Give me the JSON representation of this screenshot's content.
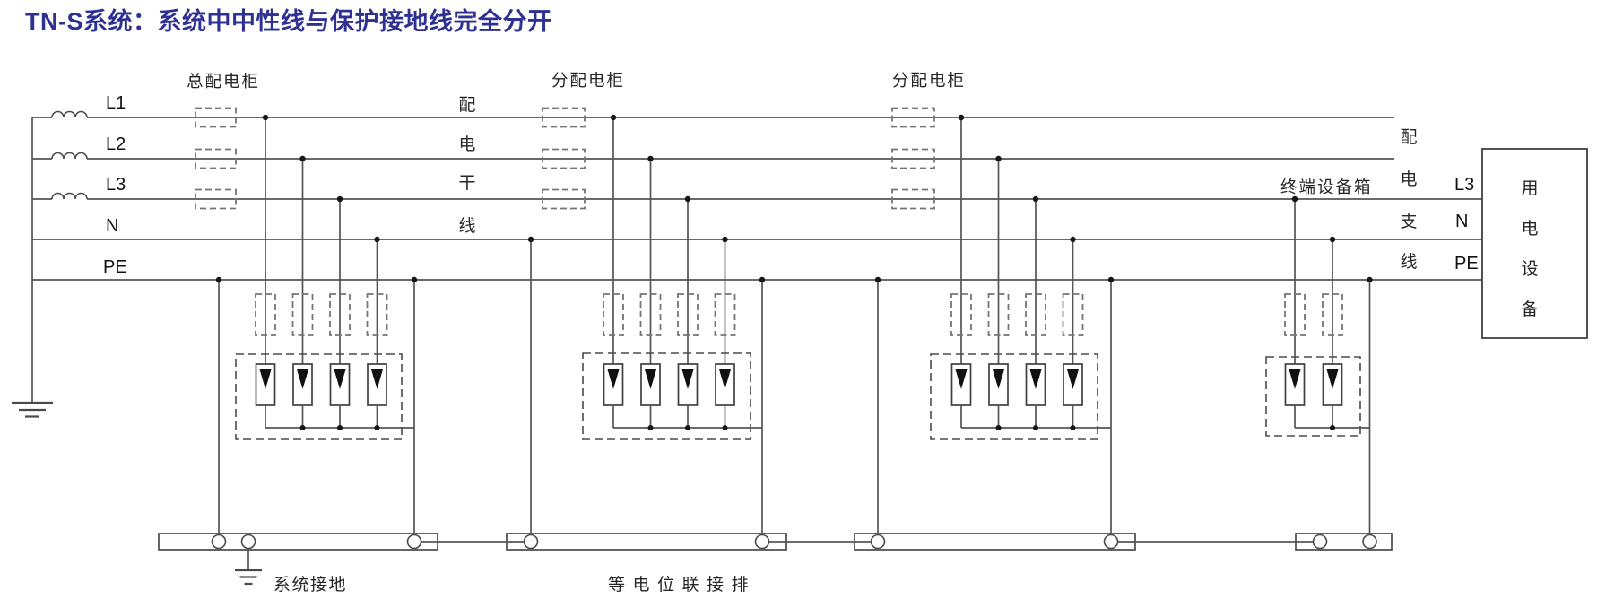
{
  "title": "TN-S系统：系统中中性线与保护接地线完全分开",
  "colors": {
    "title": "#2e3192",
    "line": "#555555",
    "text": "#262626"
  },
  "bus": {
    "l1": "L1",
    "l2": "L2",
    "l3": "L3",
    "n": "N",
    "pe": "PE"
  },
  "cabinets": {
    "main": "总配电柜",
    "sub1": "分配电柜",
    "sub2": "分配电柜",
    "terminal": "终端设备箱"
  },
  "feeder_main": [
    "配",
    "电",
    "干",
    "线"
  ],
  "feeder_branch": [
    "配",
    "电",
    "支",
    "线"
  ],
  "branch": {
    "l3": "L3",
    "n": "N",
    "pe": "PE"
  },
  "load": [
    "用",
    "电",
    "设",
    "备"
  ],
  "grounds": {
    "system": "系统接地",
    "equipotential": "等电位联接排"
  }
}
